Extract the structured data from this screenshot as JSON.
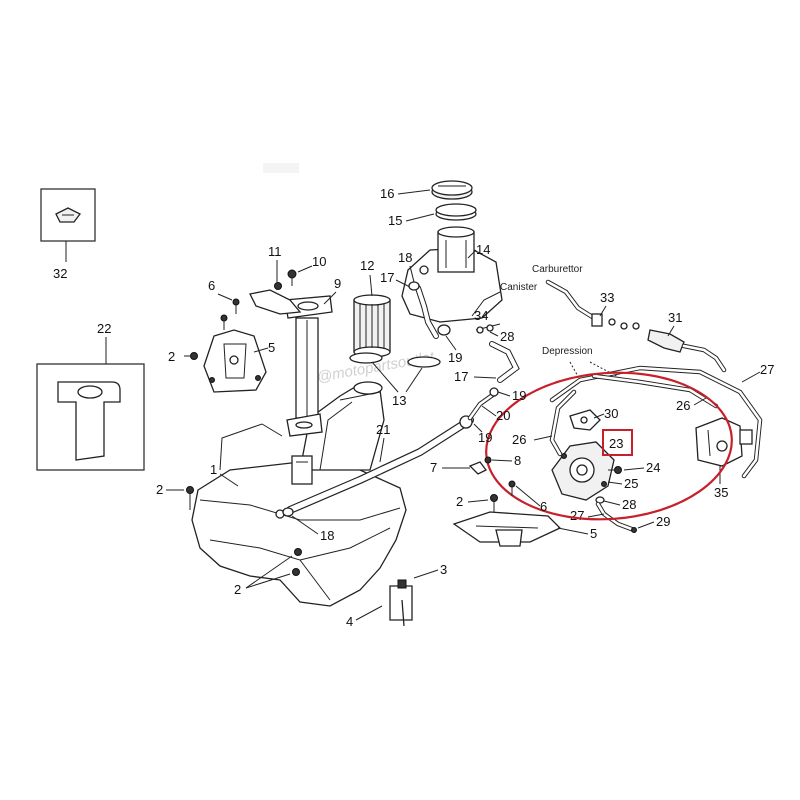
{
  "parts": {
    "p1": "1",
    "p2a": "2",
    "p2b": "2",
    "p2c": "2",
    "p2d": "2",
    "p3": "3",
    "p4": "4",
    "p5a": "5",
    "p5b": "5",
    "p6a": "6",
    "p6b": "6",
    "p7": "7",
    "p8": "8",
    "p9": "9",
    "p10": "10",
    "p11": "11",
    "p12": "12",
    "p13": "13",
    "p14": "14",
    "p15": "15",
    "p16": "16",
    "p17a": "17",
    "p17b": "17",
    "p18a": "18",
    "p18b": "18",
    "p19a": "19",
    "p19b": "19",
    "p19c": "19",
    "p20": "20",
    "p21": "21",
    "p22": "22",
    "p23": "23",
    "p24": "24",
    "p25": "25",
    "p26a": "26",
    "p26b": "26",
    "p27a": "27",
    "p27b": "27",
    "p28a": "28",
    "p28b": "28",
    "p29": "29",
    "p30": "30",
    "p31": "31",
    "p32": "32",
    "p33": "33",
    "p34": "34",
    "p35": "35"
  },
  "labels": {
    "carburettor": "Carburettor",
    "canister": "Canister",
    "depression": "Depression"
  },
  "watermark": "@motopartsoutlet",
  "highlight": {
    "part": "23",
    "ellipse_color": "#c8202a",
    "box_color": "#c8202a"
  }
}
